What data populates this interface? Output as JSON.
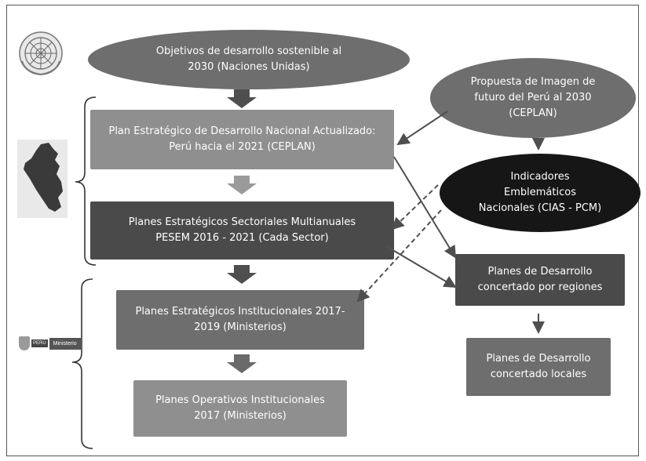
{
  "nodes": {
    "un_goals": "Objetivos de desarrollo sostenible al\n2030 (Naciones Unidas)",
    "future_image": "Propuesta de Imagen de\nfuturo del Perú al 2030\n(CEPLAN)",
    "plan_nacional": "Plan Estratégico de Desarrollo Nacional Actualizado:\nPerú hacia el 2021 (CEPLAN)",
    "indicadores": "Indicadores\nEmblemáticos\nNacionales (CIAS - PCM)",
    "pesem": "Planes Estratégicos Sectoriales Multianuales\nPESEM 2016 - 2021 (Cada Sector)",
    "regiones": "Planes de Desarrollo\nconcertado por regiones",
    "pei": "Planes Estratégicos Institucionales 2017-\n2019 (Ministerios)",
    "locales": "Planes de Desarrollo\nconcertado locales",
    "poi": "Planes Operativos Institucionales\n2017 (Ministerios)"
  },
  "logos": {
    "un": "un-emblem-icon",
    "peru_map": "peru-map-icon",
    "ministry_text": "Ministerio",
    "peru_badge": "PERÚ"
  },
  "colors": {
    "light": "#8f8f8f",
    "mid": "#6e6e6e",
    "dark": "#4a4a4a",
    "black": "#161616",
    "arrow": "#4f4f4f"
  }
}
